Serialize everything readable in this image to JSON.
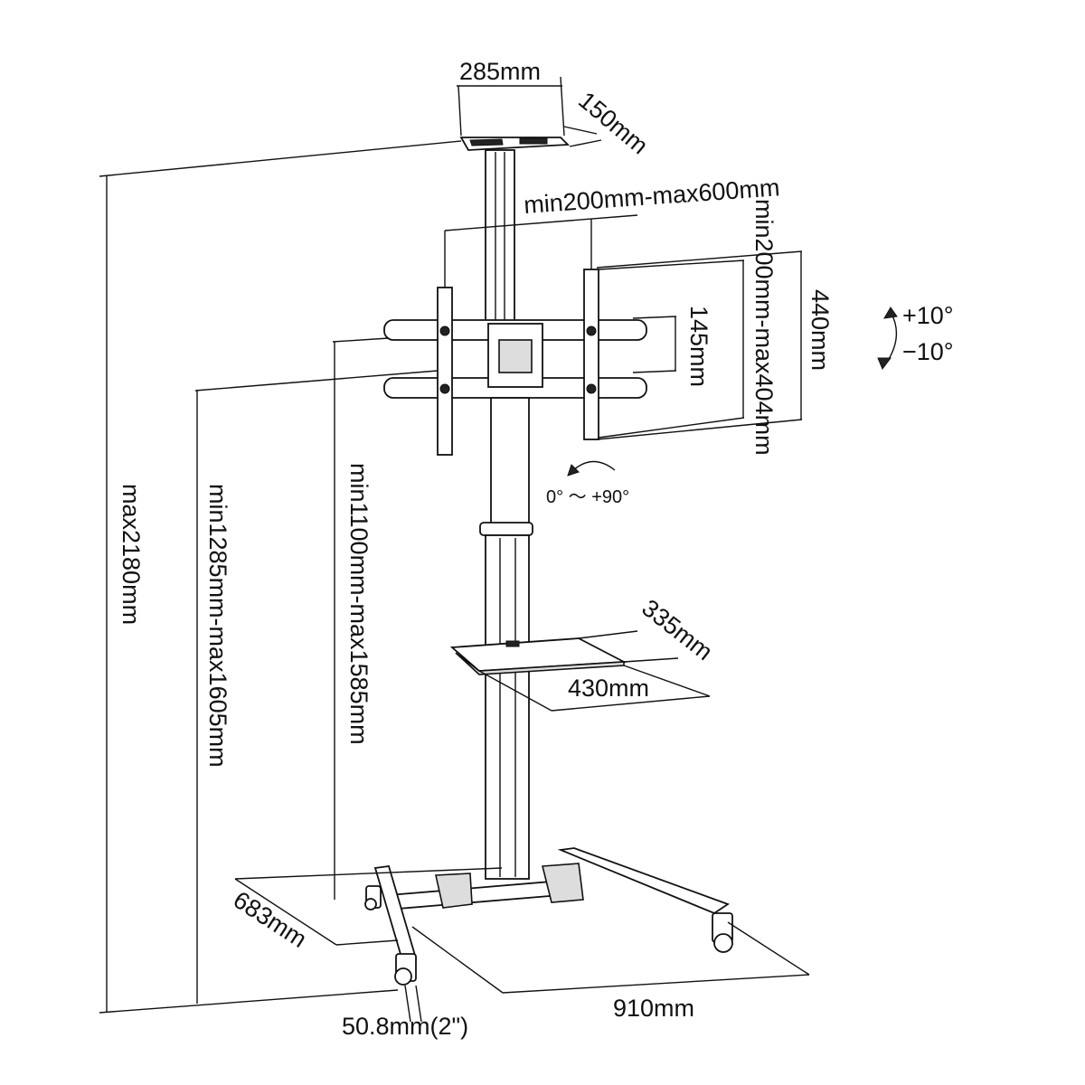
{
  "labels": {
    "top_tray_width": "285mm",
    "top_tray_depth": "150mm",
    "vesa_horizontal": "min200mm-max600mm",
    "vesa_vertical": "min200mm-max404mm",
    "bracket_height": "440mm",
    "arm_spacing": "145mm",
    "tilt_up": "+10°",
    "tilt_down": "−10°",
    "rotation": "0°  ～ +90°",
    "total_height": "max2180mm",
    "top_height_range": "min1285mm-max1605mm",
    "mount_height_range": "min1100mm-max1585mm",
    "shelf_depth": "335mm",
    "shelf_width": "430mm",
    "base_depth": "683mm",
    "base_width": "910mm",
    "caster_size": "50.8mm(2\")"
  }
}
